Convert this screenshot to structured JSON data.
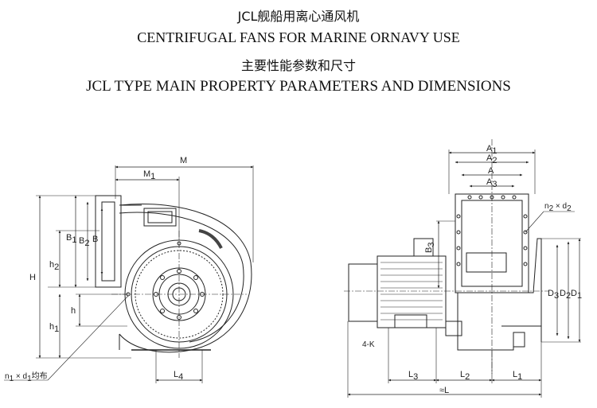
{
  "titles": {
    "cn_line1": "JCL舰船用离心通风机",
    "en_line1": "CENTRIFUGAL FANS FOR MARINE ORNAVY USE",
    "cn_line2": "主要性能参数和尺寸",
    "en_line2": "JCL TYPE MAIN PROPERTY PARAMETERS AND DIMENSIONS"
  },
  "front_view": {
    "labels": {
      "M": "M",
      "M1": "M",
      "M1_sub": "1",
      "H": "H",
      "B": "B",
      "B1": "B",
      "B1_sub": "1",
      "B2": "B",
      "B2_sub": "2",
      "h": "h",
      "h1": "h",
      "h1_sub": "1",
      "h2": "h",
      "h2_sub": "2",
      "L4": "L",
      "L4_sub": "4",
      "holes": "n",
      "holes_sub1": "1",
      "holes_mid": " × d",
      "holes_sub2": "1",
      "holes_tail": "均布"
    }
  },
  "side_view": {
    "labels": {
      "A": "A",
      "A1": "A",
      "A1_sub": "1",
      "A2": "A",
      "A2_sub": "2",
      "A3": "A",
      "A3_sub": "3",
      "B3": "B",
      "B3_sub": "3",
      "D1": "D",
      "D1_sub": "1",
      "D2": "D",
      "D2_sub": "2",
      "D3": "D",
      "D3_sub": "3",
      "L": "L",
      "L_prefix": "≈",
      "L1": "L",
      "L1_sub": "1",
      "L2": "L",
      "L2_sub": "2",
      "L3": "L",
      "L3_sub": "3",
      "section": "4-K",
      "holes2": "n",
      "holes2_sub1": "2",
      "holes2_mid": " × d",
      "holes2_sub2": "2"
    }
  }
}
